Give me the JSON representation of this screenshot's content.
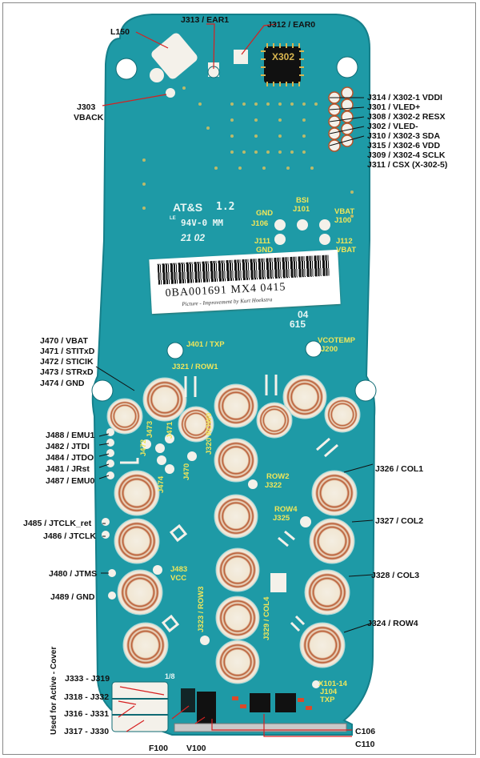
{
  "board": {
    "colors": {
      "pcb": "#1e9aa6",
      "pcb_edge": "#157f8a",
      "pad_ring": "#b5542a",
      "pad_face": "#f4eee2",
      "silk_text": "#f0e65a",
      "label_text": "#111111",
      "leader_line": "#d62020"
    },
    "silk": {
      "brand": "AT&S",
      "version": "1.2",
      "rating": "94V-0 MM",
      "le": "LE",
      "date": "21 02",
      "side_1": "04",
      "side_2": "615",
      "chip": "X302",
      "corner": "1/8"
    },
    "sticker": {
      "code": "0BA001691   MX4   0415",
      "credit": "Picture - Improvement by Kurt Hoekstra"
    },
    "leftside_caption": "Used for Active - Cover"
  },
  "labels": {
    "l150": "L150",
    "j313": "J313 / EAR1",
    "j312": "J312 / EAR0",
    "j303a": "J303",
    "j303b": "VBACK",
    "right_column": [
      "J314 / X302-1 VDDI",
      "J301 / VLED+",
      "J308 / X302-2 RESX",
      "J302 / VLED-",
      "J310 / X302-3 SDA",
      "J315 / X302-6 VDD",
      "J309 / X302-4 SCLK",
      "J311 / CSX (X-302-5)"
    ],
    "left_j47x": [
      "J470 / VBAT",
      "J471 / STITxD",
      "J472 / STICIK",
      "J473 / STRxD",
      "J474 / GND"
    ],
    "left_j48x": [
      "J488 / EMU1",
      "J482 / JTDI",
      "J484 / JTDO",
      "J481 / JRst",
      "J487 / EMU0"
    ],
    "j485": "J485 / JTCLK_ret",
    "j486": "J486 / JTCLK",
    "j480": "J480 / JTMS",
    "j489": "J489 / GND",
    "j326": "J326 / COL1",
    "j327": "J327 / COL2",
    "j328": "J328 / COL3",
    "j324": "J324 / ROW4",
    "bottom_left": [
      "J333 - J319",
      "J318 - J332",
      "J316 - J331",
      "J317 - J330"
    ],
    "f100": "F100",
    "v100": "V100",
    "c106": "C106",
    "c110": "C110"
  },
  "yellow": {
    "gnd_a": "GND",
    "j106": "J106",
    "bsi": "BSI",
    "j101": "J101",
    "vbat_a": "VBAT",
    "j100": "J100",
    "j111": "J111",
    "gnd_b": "GND",
    "j112": "J112",
    "vbat_b": "VBAT",
    "j401": "J401 / TXP",
    "vcotemp": "VCOTEMP",
    "j200": "J200",
    "j321": "J321 / ROW1",
    "j320": "J320 ROW0",
    "row2": "ROW2",
    "j322": "J322",
    "row4": "ROW4",
    "j325": "J325",
    "j483": "J483",
    "vcc": "VCC",
    "j323": "J323 / ROW3",
    "j329": "J329 / COL4",
    "x101": "X101-14",
    "j104": "J104",
    "txp": "TXP",
    "j473s": "J473",
    "j472s": "J472",
    "j471s": "J471",
    "j474s": "J474",
    "j470s": "J470"
  }
}
